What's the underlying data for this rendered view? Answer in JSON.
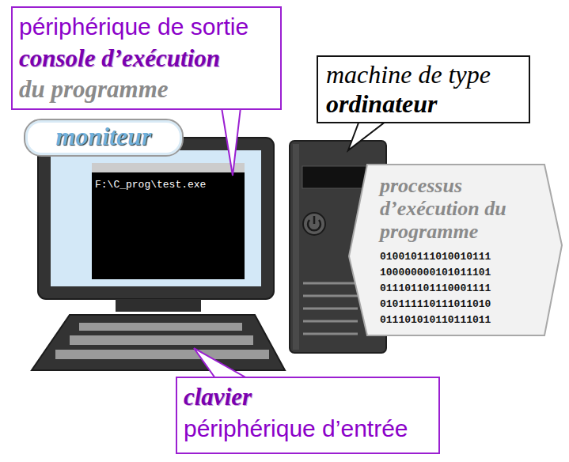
{
  "diagram": {
    "nodes": [
      {
        "text": [
          "périphérique de sortie",
          "console d’exécution",
          "du programme"
        ]
      },
      {
        "text": [
          "moniteur"
        ]
      },
      {
        "text": [
          "machine de type",
          "ordinateur"
        ]
      },
      {
        "text": [
          "processus d’exécution du programme",
          "010010111010010111",
          "100000000101011101",
          "011101101110001111",
          "010111110111011010",
          "011101010110111011"
        ]
      },
      {
        "text": [
          "clavier",
          "périphérique d’entrée"
        ]
      }
    ],
    "labels": [
      "F:\\C_prog\\test.exe"
    ]
  }
}
